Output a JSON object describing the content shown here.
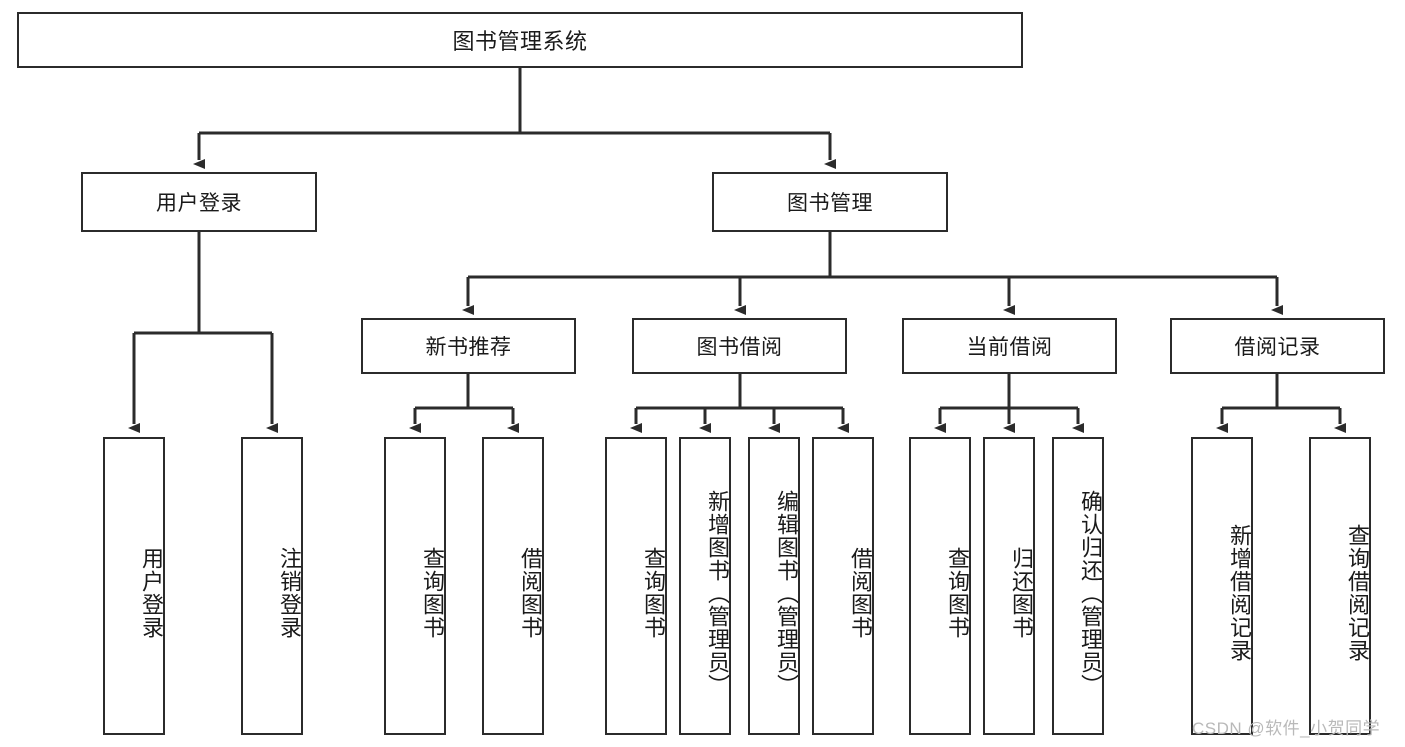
{
  "diagram": {
    "title": "图书管理系统",
    "type": "tree-hierarchy-chart",
    "colors": {
      "border": "#2b2b2b",
      "fill": "#ffffff",
      "text": "#1a1a1a",
      "watermark": "#b9b9b9"
    },
    "root": {
      "label": "图书管理系统"
    },
    "level1": [
      {
        "label": "用户登录"
      },
      {
        "label": "图书管理"
      }
    ],
    "level2": [
      {
        "label": "新书推荐"
      },
      {
        "label": "图书借阅"
      },
      {
        "label": "当前借阅"
      },
      {
        "label": "借阅记录"
      }
    ],
    "leaves": {
      "user_login": [
        {
          "label": "用户登录"
        },
        {
          "label": "注销登录"
        }
      ],
      "new_book_recommend": [
        {
          "label": "查询图书"
        },
        {
          "label": "借阅图书"
        }
      ],
      "book_borrow": [
        {
          "label": "查询图书"
        },
        {
          "label": "新增图书（管理员）"
        },
        {
          "label": "编辑图书（管理员）"
        },
        {
          "label": "借阅图书"
        }
      ],
      "current_borrow": [
        {
          "label": "查询图书"
        },
        {
          "label": "归还图书"
        },
        {
          "label": "确认归还（管理员）"
        }
      ],
      "borrow_record": [
        {
          "label": "新增借阅记录"
        },
        {
          "label": "查询借阅记录"
        }
      ]
    }
  },
  "watermark": {
    "text": "CSDN @软件_小贺同学"
  }
}
